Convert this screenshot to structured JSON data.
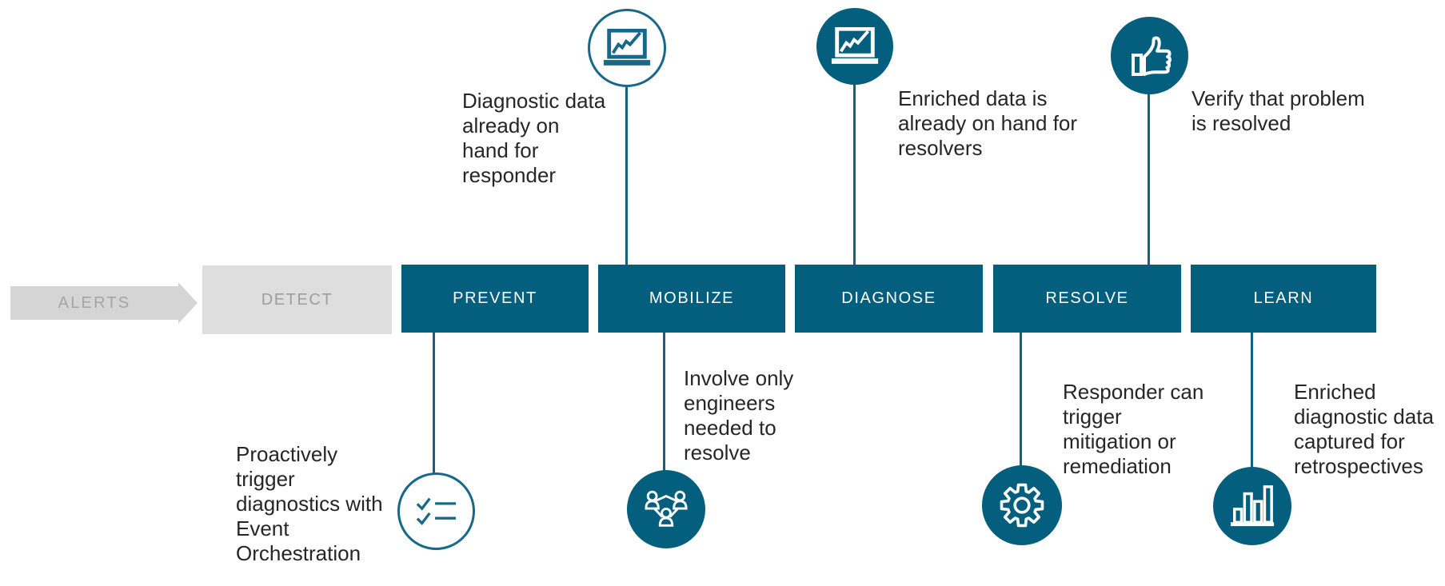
{
  "palette": {
    "teal": "#045e7d",
    "teal_line": "#136282",
    "teal_stroke": "#18688a",
    "arrow_gray": "#d5d5d5",
    "detect_gray": "#dedede",
    "alerts_text": "#a5a5a5",
    "detect_text": "#9d9d9d",
    "note_text": "#262626"
  },
  "alerts": {
    "label": "ALERTS"
  },
  "stages": [
    {
      "label": "DETECT",
      "state": "inactive"
    },
    {
      "label": "PREVENT",
      "state": "active"
    },
    {
      "label": "MOBILIZE",
      "state": "active"
    },
    {
      "label": "DIAGNOSE",
      "state": "active"
    },
    {
      "label": "RESOLVE",
      "state": "active"
    },
    {
      "label": "LEARN",
      "state": "active"
    }
  ],
  "annotations": {
    "mobilize_top": {
      "icon": "laptop-chart",
      "lines": [
        "Diagnostic data",
        "already on",
        "hand for",
        "responder"
      ]
    },
    "diagnose_top": {
      "icon": "laptop-chart",
      "lines": [
        "Enriched data is",
        "already on hand for",
        "resolvers"
      ]
    },
    "resolve_top": {
      "icon": "thumbs-up",
      "lines": [
        "Verify that problem",
        "is resolved"
      ]
    },
    "prevent_bottom": {
      "icon": "checklist",
      "lines": [
        "Proactively",
        "trigger",
        "diagnostics with",
        "Event",
        "Orchestration"
      ]
    },
    "mobilize_bottom": {
      "icon": "people-network",
      "lines": [
        "Involve only",
        "engineers",
        "needed to",
        "resolve"
      ]
    },
    "resolve_bottom": {
      "icon": "gear",
      "lines": [
        "Responder can",
        "trigger",
        "mitigation or",
        "remediation"
      ]
    },
    "learn_bottom": {
      "icon": "bar-chart",
      "lines": [
        "Enriched",
        "diagnostic data",
        "captured for",
        "retrospectives"
      ]
    }
  }
}
